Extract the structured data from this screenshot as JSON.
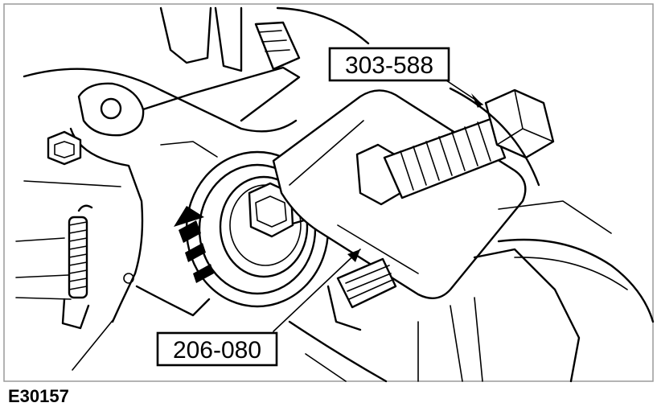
{
  "figure": {
    "id": "E30157",
    "callouts": [
      {
        "key": "tool_upper",
        "label": "303-588"
      },
      {
        "key": "tool_lower",
        "label": "206-080"
      }
    ],
    "ink_color": "#000000",
    "paper_color": "#ffffff"
  }
}
